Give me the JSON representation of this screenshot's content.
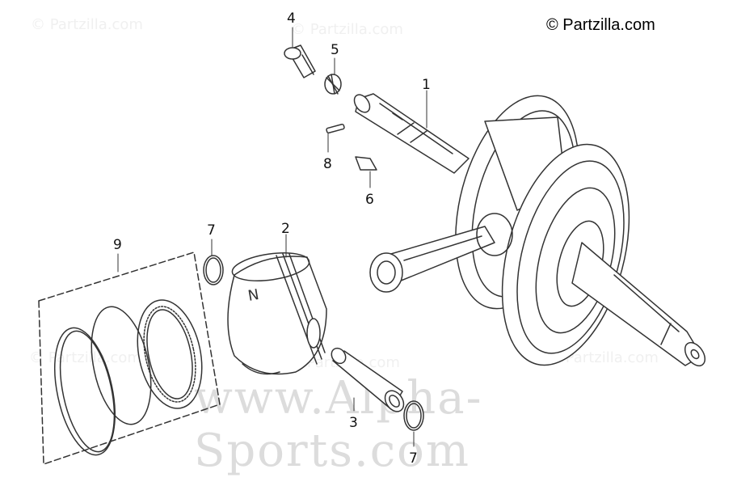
{
  "copyright": "© Partzilla.com",
  "watermark_small": "© Partzilla.com",
  "watermark_large": "www.Alpha-Sports.com",
  "callouts": {
    "c1": "1",
    "c2": "2",
    "c3": "3",
    "c4": "4",
    "c5": "5",
    "c6": "6",
    "c7a": "7",
    "c7b": "7",
    "c8": "8",
    "c9": "9"
  },
  "piston_mark": "N",
  "colors": {
    "line": "#333333",
    "bg": "#ffffff",
    "watermark": "#dcdcdc"
  }
}
